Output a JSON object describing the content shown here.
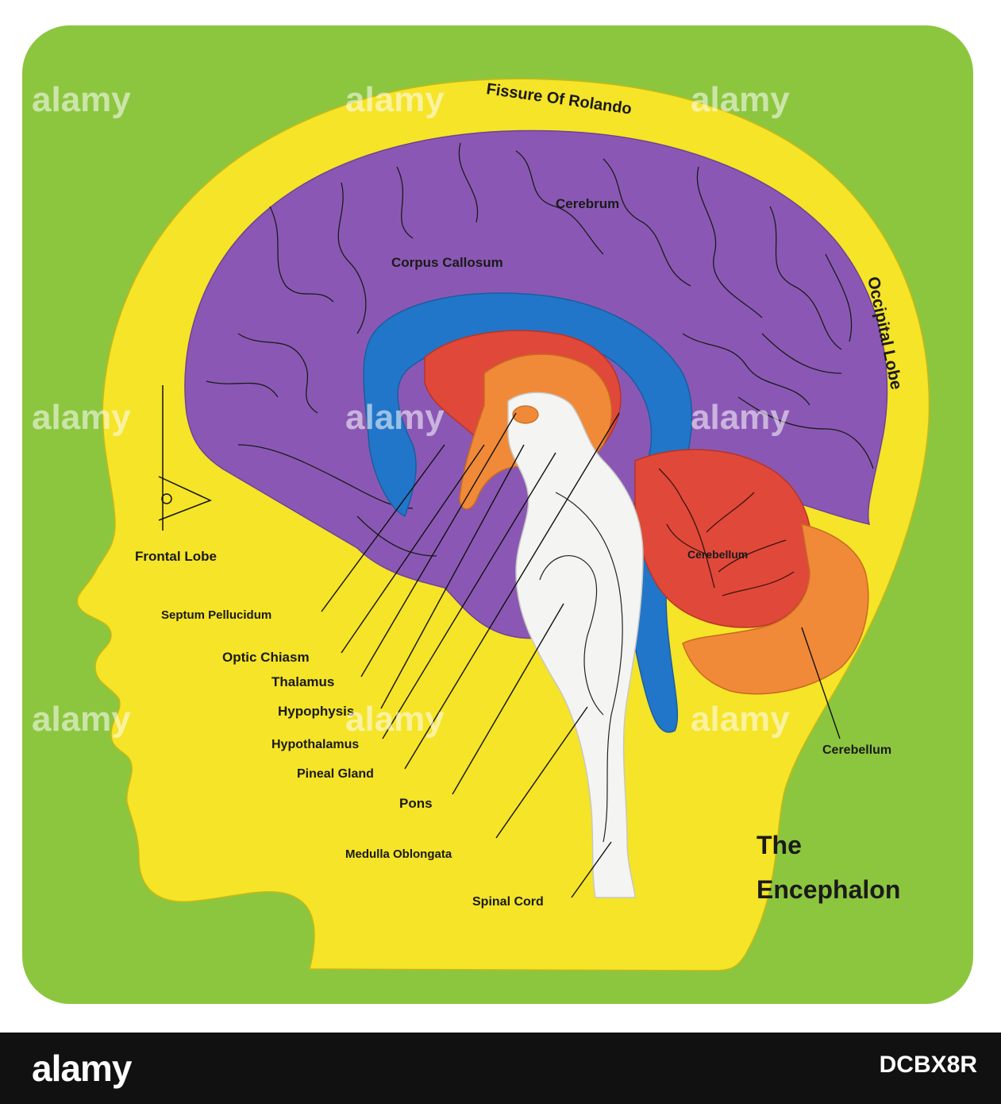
{
  "title": {
    "line1": "The",
    "line2": "Encephalon"
  },
  "labels": {
    "fissure_of_rolando": "Fissure Of Rolando",
    "cerebrum": "Cerebrum",
    "corpus_callosum": "Corpus Callosum",
    "occipital_lobe": "Occipital Lobe",
    "frontal_lobe": "Frontal Lobe",
    "septum_pellucidum": "Septum Pellucidum",
    "optic_chiasm": "Optic Chiasm",
    "thalamus": "Thalamus",
    "hypophysis": "Hypophysis",
    "hypothalamus": "Hypothalamus",
    "pineal_gland": "Pineal Gland",
    "pons": "Pons",
    "medulla_oblongata": "Medulla Oblongata",
    "spinal_cord": "Spinal Cord",
    "cerebellum_inner": "Cerebellum",
    "cerebellum_outer": "Cerebellum"
  },
  "watermark": {
    "text": "alamy",
    "footer_logo": "alamy",
    "image_id": "DCBX8R"
  },
  "colors": {
    "board_green": "#8cc63f",
    "head_yellow": "#f5e428",
    "cerebrum_purple": "#8a58b4",
    "corpus_blue": "#2276c9",
    "thalamus_red": "#e0483a",
    "orange": "#f08a38",
    "white_stem": "#f4f4f2"
  }
}
